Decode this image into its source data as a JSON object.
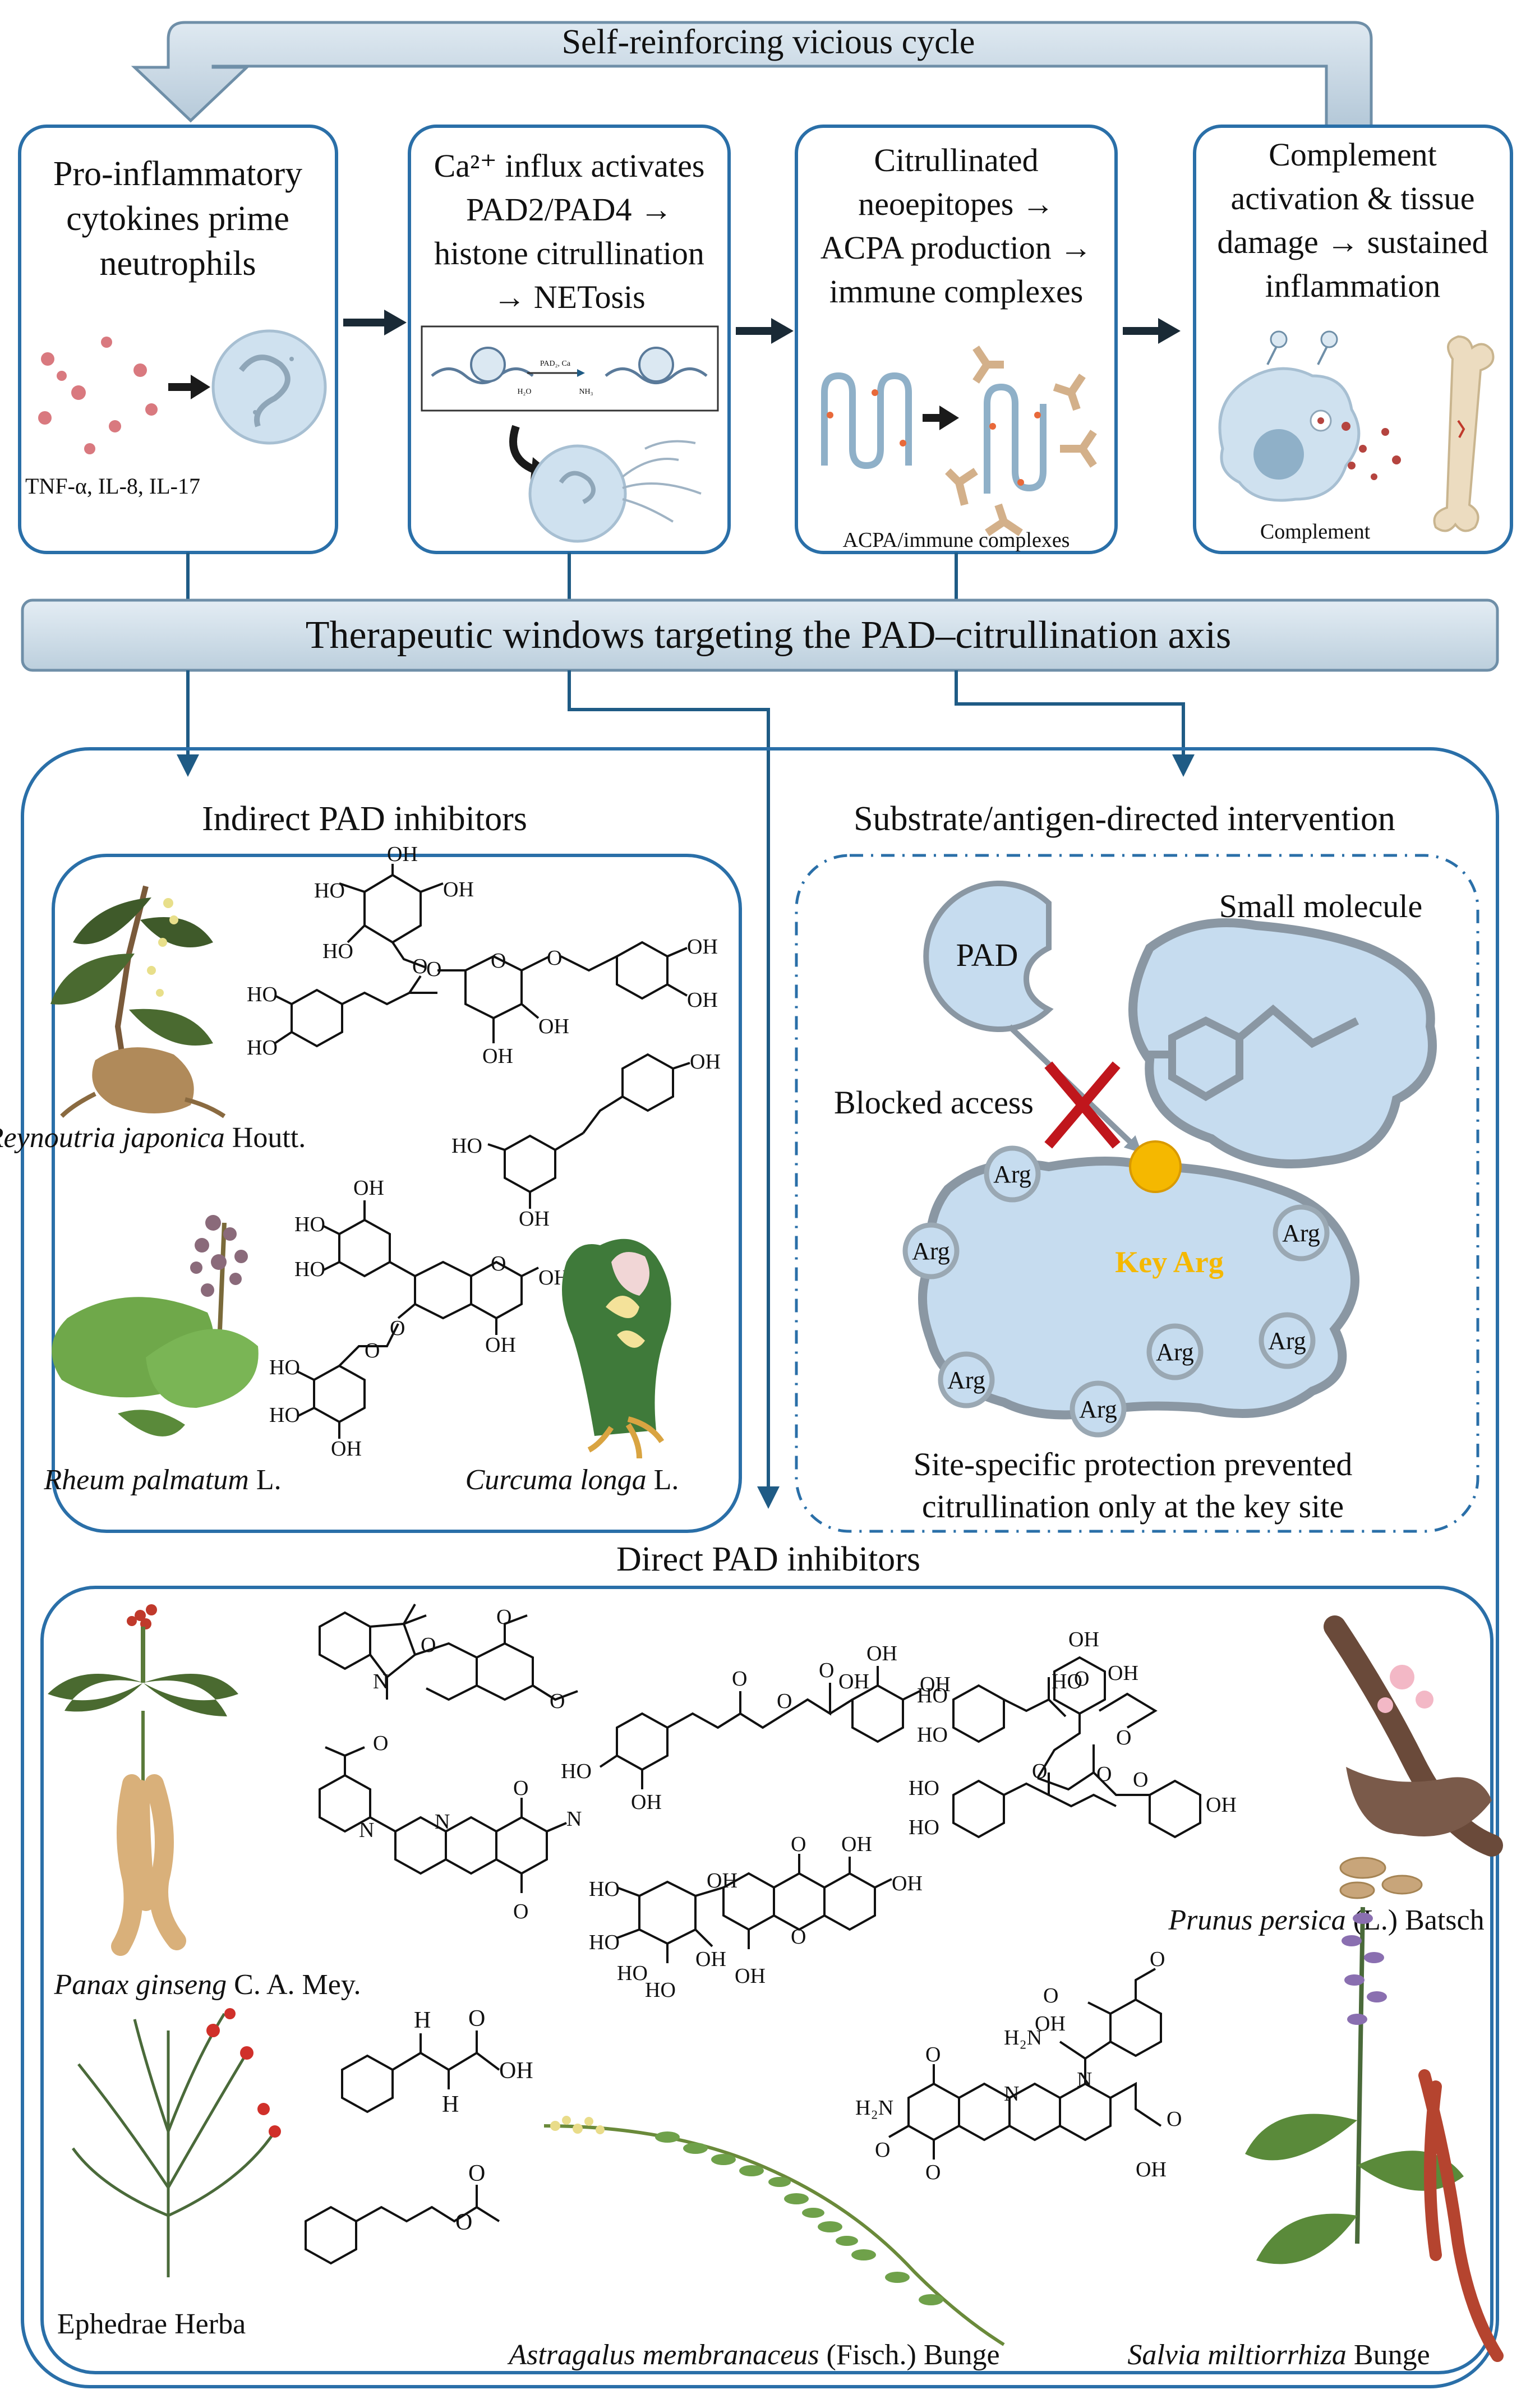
{
  "cycle": {
    "label": "Self-reinforcing vicious cycle",
    "steps": [
      {
        "lines": [
          "Pro-inflammatory",
          "cytokines prime",
          "neutrophils"
        ],
        "caption": "TNF-α, IL-8, IL-17"
      },
      {
        "lines": [
          "Ca²⁺ influx activates",
          "PAD2/PAD4 →",
          "histone citrullination",
          "→ NETosis"
        ],
        "caption": "",
        "inset_text": [
          "PAD₂, Ca",
          "H₂O",
          "NH₃"
        ]
      },
      {
        "lines": [
          "Citrullinated",
          "neoepitopes →",
          "ACPA production →",
          "immune complexes"
        ],
        "caption": "ACPA/immune complexes"
      },
      {
        "lines": [
          "Complement",
          "activation & tissue",
          "damage → sustained",
          "inflammation"
        ],
        "caption": "Complement"
      }
    ]
  },
  "therapeutic": {
    "title": "Therapeutic windows targeting the PAD–citrullination axis"
  },
  "indirect": {
    "title": "Indirect PAD inhibitors",
    "plants": [
      {
        "italic": "Reynoutria japonica",
        "rest": " Houtt."
      },
      {
        "italic": "Rheum palmatum",
        "rest": " L."
      },
      {
        "italic": "Curcuma longa",
        "rest": " L."
      }
    ]
  },
  "substrate": {
    "title": "Substrate/antigen-directed intervention",
    "pad_label": "PAD",
    "small_molecule": "Small molecule",
    "blocked": "Blocked access",
    "key_arg": "Key Arg",
    "arg": "Arg",
    "caption": [
      "Site-specific protection prevented",
      "citrullination only at the key site"
    ]
  },
  "direct": {
    "title": "Direct PAD inhibitors",
    "plants": [
      {
        "italic": "Panax ginseng",
        "rest": " C. A. Mey."
      },
      {
        "italic": "Prunus persica",
        "rest": " (L.) Batsch"
      },
      {
        "italic": "",
        "rest": "Ephedrae Herba"
      },
      {
        "italic": "Astragalus membranaceus",
        "rest": " (Fisch.) Bunge"
      },
      {
        "italic": "Salvia miltiorrhiza",
        "rest": " Bunge"
      }
    ]
  },
  "chem": {
    "oh": "OH",
    "ho": "HO",
    "o": "O",
    "n": "N",
    "h": "H",
    "h2n": "H₂N"
  },
  "colors": {
    "box_border": "#2a6fa8",
    "banner_fill": "#c9d8e4",
    "pad_fill": "#c6dcef",
    "arg_ring": "#9aa8b3",
    "key_arg": "#f5b800",
    "cross": "#c0161c",
    "arrow_dark": "#1a2a36",
    "connector": "#1f5b85"
  }
}
